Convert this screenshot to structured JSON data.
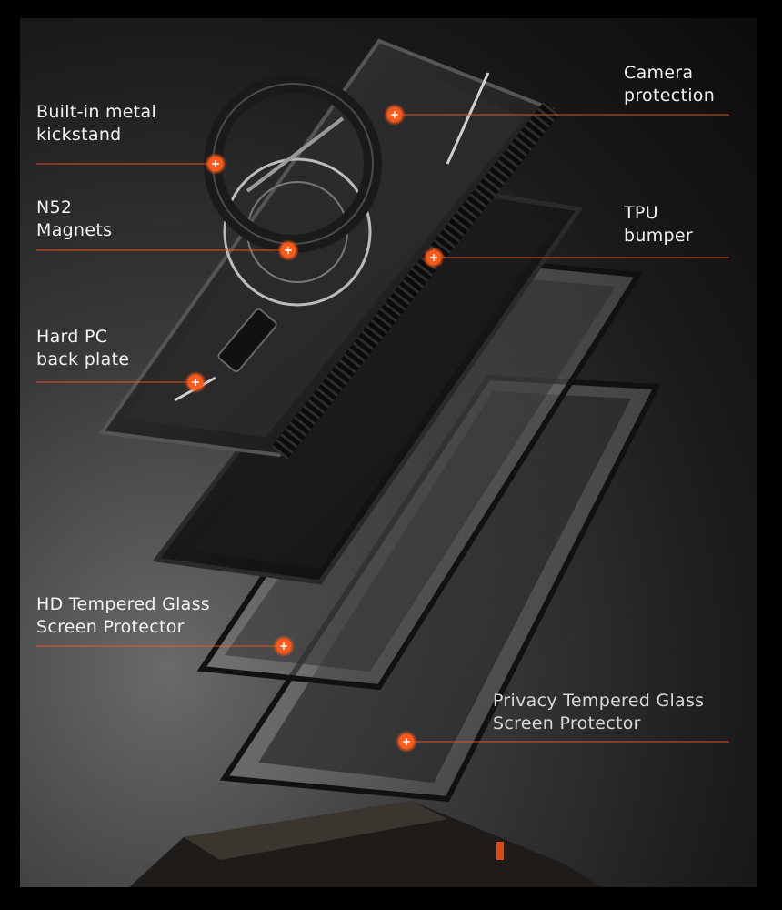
{
  "callouts": {
    "kickstand": {
      "line1": "Built-in metal",
      "line2": "kickstand"
    },
    "magnets": {
      "line1": "N52",
      "line2": "Magnets"
    },
    "backplate": {
      "line1": "Hard PC",
      "line2": "back plate"
    },
    "camera": {
      "line1": "Camera",
      "line2": "protection"
    },
    "bumper": {
      "line1": "TPU",
      "line2": "bumper"
    },
    "hd_glass": {
      "line1": "HD Tempered Glass",
      "line2": "Screen Protector"
    },
    "privacy_glass": {
      "line1": "Privacy Tempered Glass",
      "line2": "Screen Protector"
    }
  },
  "colors": {
    "accent": "#ff5a1a",
    "background_dark": "#0c0c0c",
    "text": "#f2f2f2"
  }
}
